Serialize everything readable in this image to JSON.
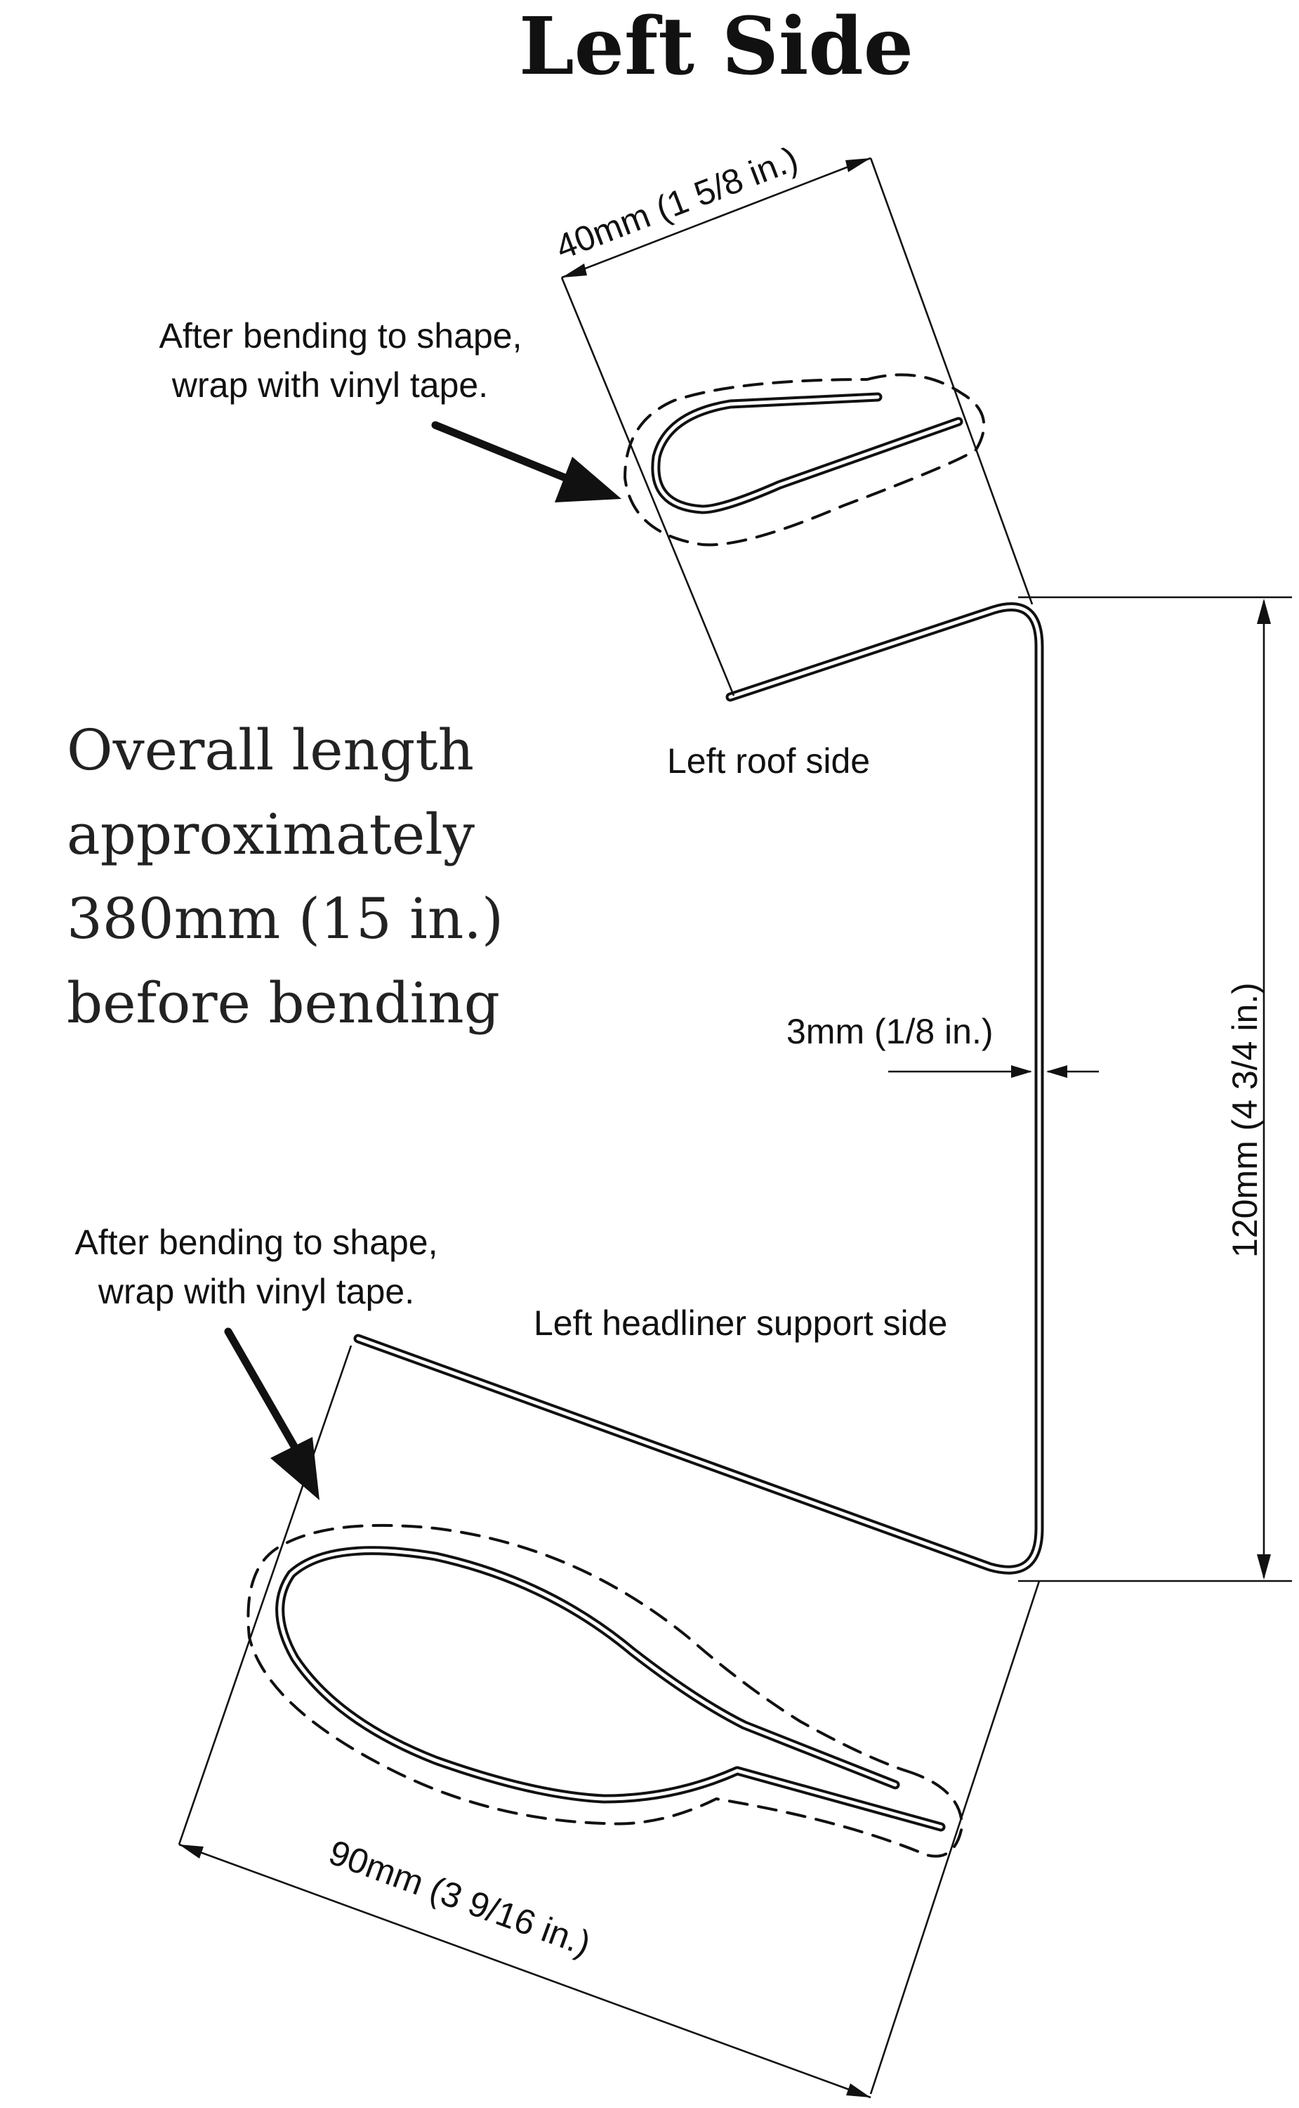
{
  "title": "Left Side",
  "overall_length_note": [
    "Overall length",
    "approximately",
    "380mm (15 in.)",
    "before bending"
  ],
  "top_tape_note": [
    "After bending to shape,",
    "wrap with vinyl tape."
  ],
  "bottom_tape_note": [
    "After bending to shape,",
    "wrap with vinyl tape."
  ],
  "dimensions": {
    "top_width": "40mm (1 5/8 in.)",
    "height": "120mm (4 3/4 in.)",
    "wire_thickness": "3mm (1/8 in.)",
    "bottom_width": "90mm (3 9/16 in.)"
  },
  "labels": {
    "roof_side": "Left roof side",
    "headliner_side": "Left headliner support side"
  }
}
